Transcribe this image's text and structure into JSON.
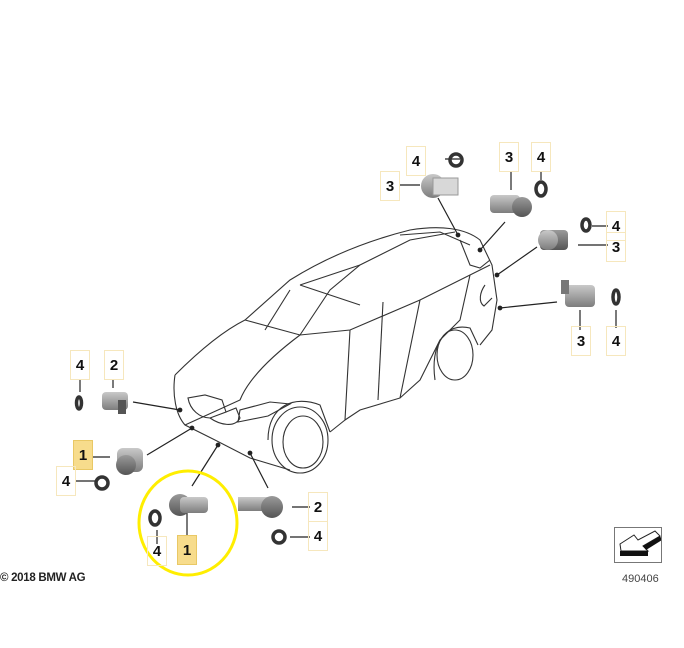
{
  "diagram": {
    "copyright": "© 2018 BMW AG",
    "reference_number": "490406",
    "highlight_color": "#ffee00",
    "labels": [
      {
        "text": "4"
      },
      {
        "text": "3"
      },
      {
        "text": "3"
      },
      {
        "text": "4"
      },
      {
        "text": "4"
      },
      {
        "text": "3"
      },
      {
        "text": "3"
      },
      {
        "text": "4"
      },
      {
        "text": "4"
      },
      {
        "text": "2"
      },
      {
        "text": "1",
        "highlighted": true
      },
      {
        "text": "4"
      },
      {
        "text": "1",
        "highlighted": true
      },
      {
        "text": "4"
      },
      {
        "text": "2"
      },
      {
        "text": "4"
      }
    ],
    "icons": [
      "front-arrow-icon"
    ]
  }
}
